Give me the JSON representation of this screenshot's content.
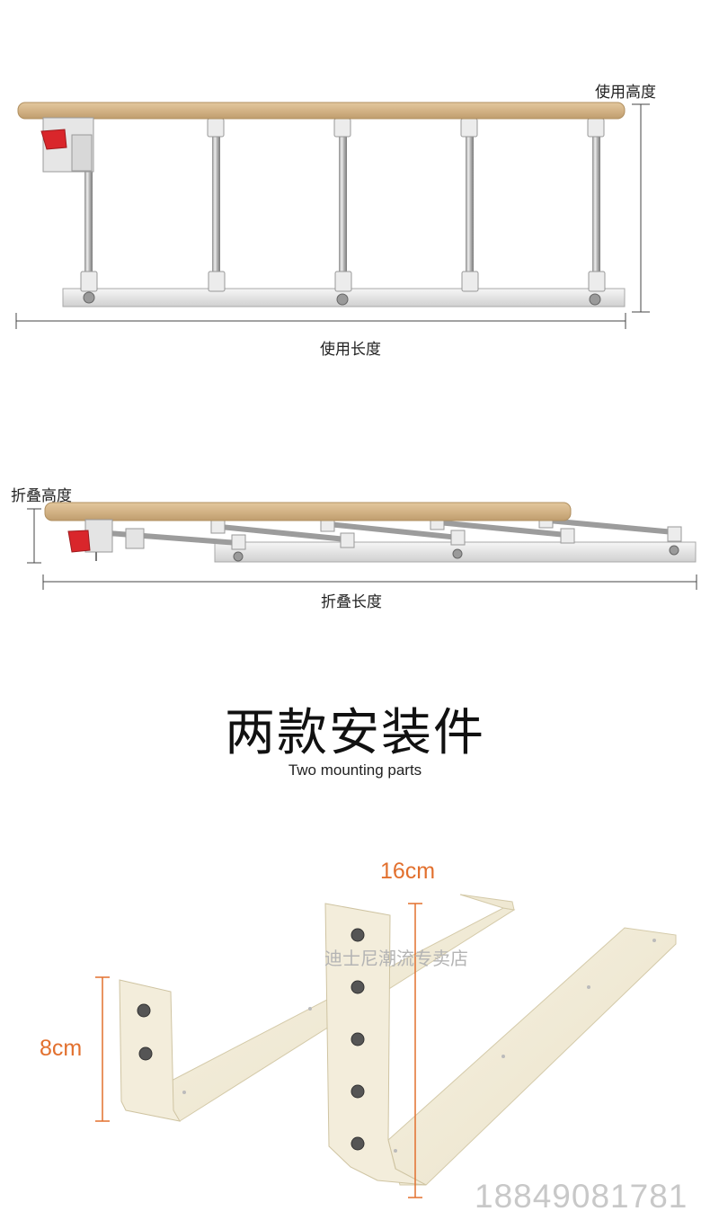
{
  "dimensions": {
    "use_height": "使用高度",
    "use_length": "使用长度",
    "fold_height": "折叠高度",
    "fold_length": "折叠长度"
  },
  "section": {
    "title_cn": "两款安装件",
    "title_en": "Two mounting parts"
  },
  "brackets": {
    "short_size": "8cm",
    "long_size": "16cm"
  },
  "watermark": {
    "shop": "迪士尼潮流专卖店",
    "phone": "18849081781"
  },
  "colors": {
    "wood": "#d5b68a",
    "metal": "#e8e8e8",
    "steel": "#b8b8b8",
    "red_lock": "#d9262b",
    "bracket": "#f2ecd8",
    "dimension_accent": "#e2702e"
  }
}
